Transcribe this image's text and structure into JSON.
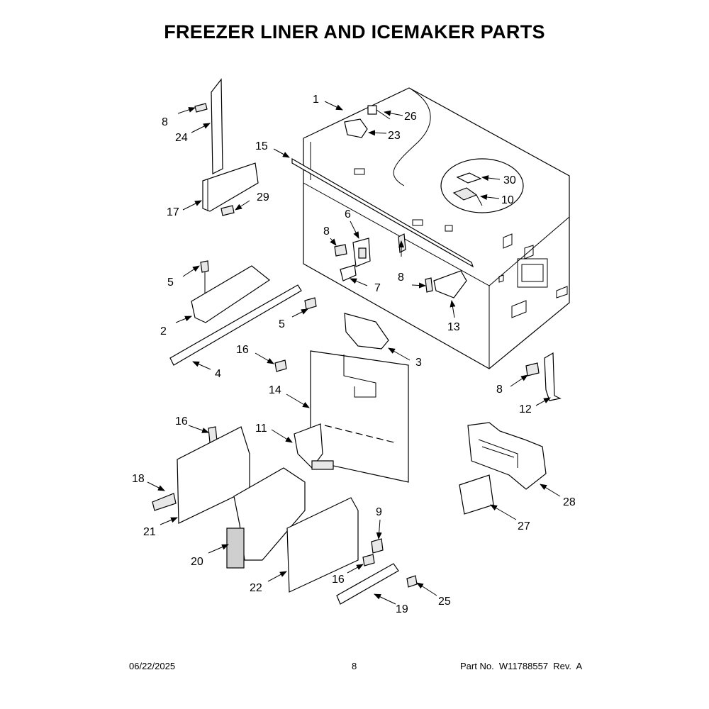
{
  "title": "FREEZER LINER AND ICEMAKER PARTS",
  "footer": {
    "date": "06/22/2025",
    "page": "8",
    "part_number": "Part No.  W11788557  Rev.  A"
  },
  "callouts": [
    {
      "id": "c1",
      "label": "1"
    },
    {
      "id": "c26",
      "label": "26"
    },
    {
      "id": "c23",
      "label": "23"
    },
    {
      "id": "c8a",
      "label": "8"
    },
    {
      "id": "c24",
      "label": "24"
    },
    {
      "id": "c15",
      "label": "15"
    },
    {
      "id": "c30",
      "label": "30"
    },
    {
      "id": "c10",
      "label": "10"
    },
    {
      "id": "c17",
      "label": "17"
    },
    {
      "id": "c29",
      "label": "29"
    },
    {
      "id": "c6",
      "label": "6"
    },
    {
      "id": "c8b",
      "label": "8"
    },
    {
      "id": "c7",
      "label": "7"
    },
    {
      "id": "c8c",
      "label": "8"
    },
    {
      "id": "c13",
      "label": "13"
    },
    {
      "id": "c5a",
      "label": "5"
    },
    {
      "id": "c2",
      "label": "2"
    },
    {
      "id": "c5b",
      "label": "5"
    },
    {
      "id": "c16a",
      "label": "16"
    },
    {
      "id": "c3",
      "label": "3"
    },
    {
      "id": "c4",
      "label": "4"
    },
    {
      "id": "c14",
      "label": "14"
    },
    {
      "id": "c8d",
      "label": "8"
    },
    {
      "id": "c12",
      "label": "12"
    },
    {
      "id": "c16b",
      "label": "16"
    },
    {
      "id": "c11",
      "label": "11"
    },
    {
      "id": "c18",
      "label": "18"
    },
    {
      "id": "c28",
      "label": "28"
    },
    {
      "id": "c21",
      "label": "21"
    },
    {
      "id": "c9",
      "label": "9"
    },
    {
      "id": "c27",
      "label": "27"
    },
    {
      "id": "c20",
      "label": "20"
    },
    {
      "id": "c16c",
      "label": "16"
    },
    {
      "id": "c22",
      "label": "22"
    },
    {
      "id": "c25",
      "label": "25"
    },
    {
      "id": "c19",
      "label": "19"
    }
  ]
}
